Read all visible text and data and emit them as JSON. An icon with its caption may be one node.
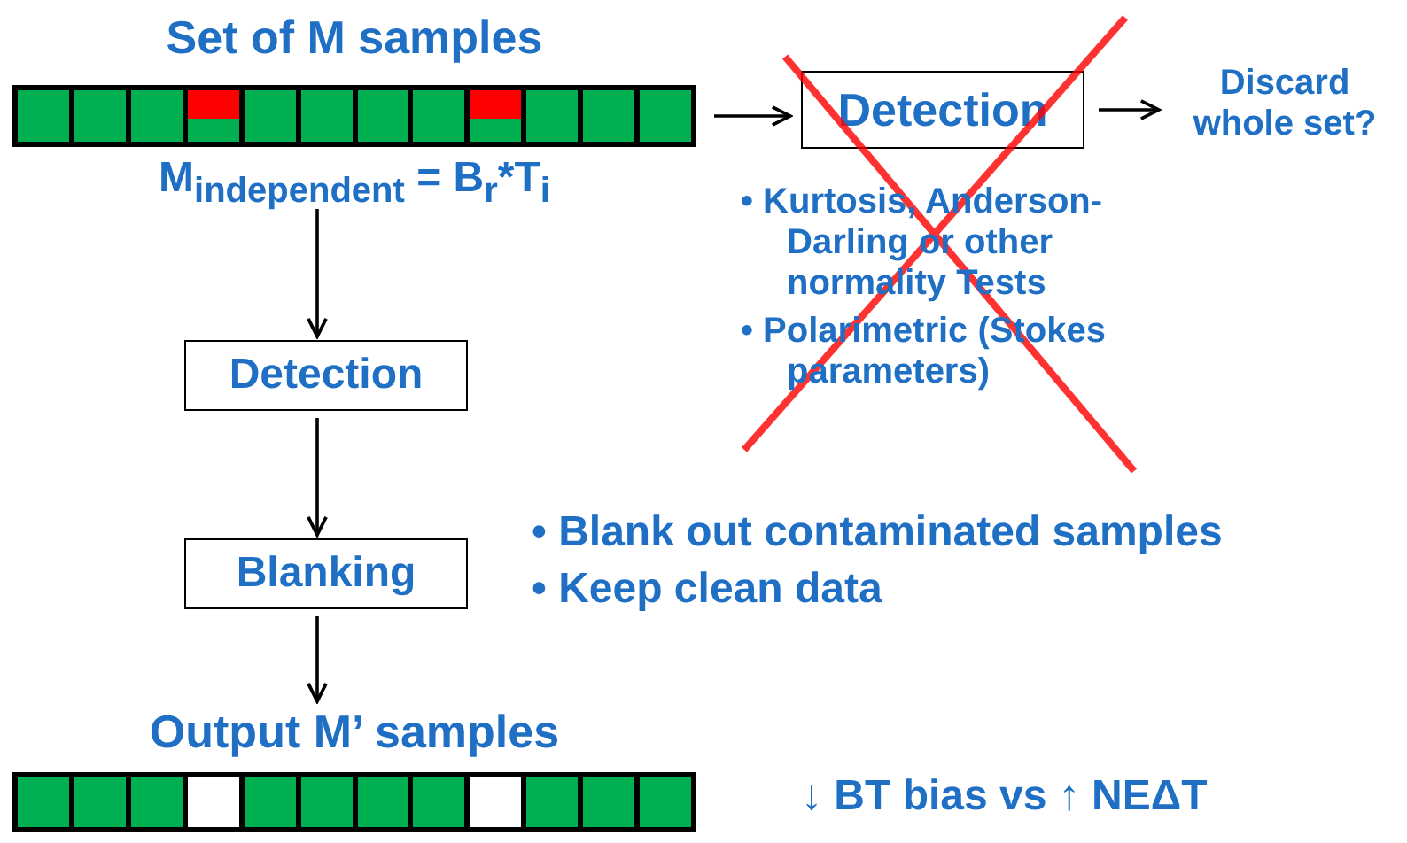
{
  "diagram": {
    "nodes": [
      {
        "text": [
          "Set of M samples"
        ],
        "beside": [
          "M$_{independent}$ = B$_{r}$*T$_{i}$"
        ]
      },
      {
        "text": [
          "Detection"
        ],
        "beside": [
          "• Kurtosis, Anderson-Darling or other normality Tests",
          "• Polarimetric (Stokes parameters)"
        ]
      },
      {
        "text": [
          "Discard whole set?"
        ]
      },
      {
        "text": [
          "Detection"
        ]
      },
      {
        "text": [
          "Blanking"
        ],
        "beside": [
          "• Blank out contaminated samples",
          "• Keep clean data"
        ]
      },
      {
        "text": [
          "Output M’ samples"
        ]
      }
    ],
    "edges": [
      {
        "from": 0,
        "to": 1,
        "arrow": "to"
      },
      {
        "from": 1,
        "to": 2,
        "arrow": "to"
      },
      {
        "from": 0,
        "to": 3,
        "arrow": "to"
      },
      {
        "from": 3,
        "to": 4,
        "arrow": "to"
      },
      {
        "from": 4,
        "to": 5,
        "arrow": "to"
      }
    ],
    "labels": [
      "↓ BT bias vs ↑ NEΔT"
    ]
  }
}
